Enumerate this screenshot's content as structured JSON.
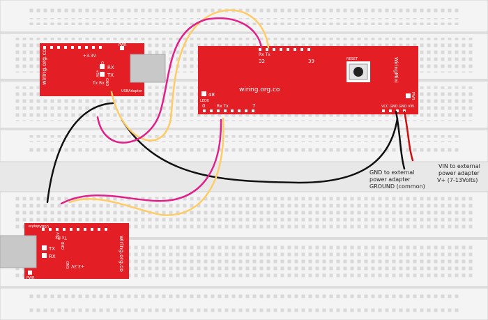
{
  "colors": {
    "background": "#e8e8e8",
    "breadboard": "#f4f4f4",
    "breadboard_border": "#cfcfcf",
    "hole": "#d9d9d9",
    "board_red": "#e31e24",
    "board_text": "#ffffff",
    "connector_grey": "#c8c8c8",
    "wire_yellow": "#ffcc66",
    "wire_magenta": "#e0218a",
    "wire_black": "#111111",
    "wire_red": "#cc1111",
    "annotation_text": "#222222"
  },
  "wiring_board": {
    "site": "wiring.org.co",
    "name": "WiringMini",
    "reset_label": "RESET",
    "pwr_label": "PWR",
    "led_label": "LED0",
    "pin_top_rx_tx": "Rx Tx",
    "pin_top_left": "32",
    "pin_top_right": "39",
    "pin_48": "48",
    "pin_0": "0",
    "pin_bottom_rx_tx": "Rx Tx",
    "pin_7": "7",
    "power_pins": "VCC GND GND VIN"
  },
  "usb_adapter_top": {
    "site": "wiring.org.co",
    "name": "USBAdapter",
    "pwr": "PWR",
    "v33": "+3.3V",
    "gnd": "GND",
    "rx": "RX",
    "tx": "TX",
    "v5": "+5V",
    "gnd2": "GND",
    "txrx": "Tx Rx"
  },
  "usb_adapter_bottom": {
    "site": "wiring.org.co",
    "name": "USBAdapter",
    "pwr": "PWR",
    "v33": "+3.3V",
    "gnd": "GND",
    "rx": "RX",
    "tx": "TX",
    "v5": "+5V",
    "gnd2": "GND",
    "txrx": "Tx Rx"
  },
  "annotations": {
    "gnd_line1": "GND to external",
    "gnd_line2": "power adapter",
    "gnd_line3": "GROUND (common)",
    "vin_line1": "VIN to external",
    "vin_line2": "power adapter",
    "vin_line3": "V+ (7-13Volts)"
  }
}
